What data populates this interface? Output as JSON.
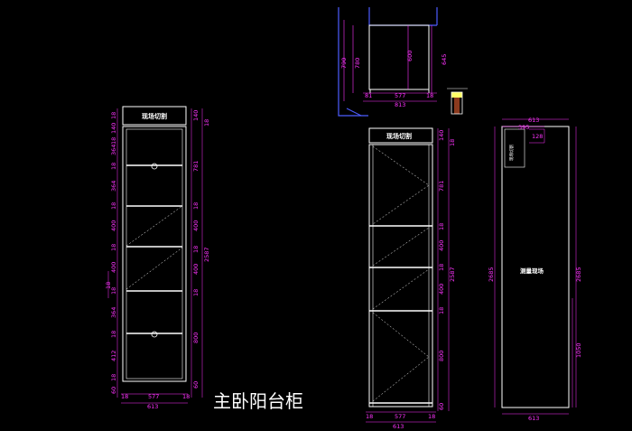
{
  "caption": "主卧阳台柜",
  "plan_view": {
    "dims_vertical": [
      "790",
      "780",
      "600",
      "645"
    ],
    "dims_bottom_row1": [
      "81",
      "577",
      "18"
    ],
    "dims_bottom_row2": "813"
  },
  "front_view": {
    "label": "现场切割",
    "dims_left": [
      "18",
      "140",
      "18",
      "364",
      "18",
      "364",
      "18",
      "400",
      "18",
      "400",
      "18",
      "364",
      "18",
      "412",
      "18",
      "60"
    ],
    "dims_left_outer": "18",
    "dims_right": [
      "140",
      "18",
      "781",
      "18",
      "400",
      "18",
      "400",
      "18",
      "800",
      "60"
    ],
    "total_height": "2587",
    "dims_bottom_row1": [
      "18",
      "577",
      "18"
    ],
    "dims_bottom_row2": "613"
  },
  "open_view": {
    "label": "现场切割",
    "dims_right": [
      "140",
      "18",
      "781",
      "18",
      "400",
      "18",
      "400",
      "18",
      "800",
      "60"
    ],
    "total_height": "2587",
    "dims_bottom_row1": [
      "18",
      "577",
      "18"
    ],
    "dims_bottom_row2": "613"
  },
  "side_view": {
    "dim_top": "613",
    "dim_top_inner": "395",
    "dim_corner": "128",
    "corner_label": "现场切割",
    "height_left": "2685",
    "height_right": "2685",
    "center_label": "测量现场",
    "lower_height": "1050",
    "dim_bottom": "613"
  },
  "colors": {
    "background": "#000000",
    "lines": "#ffffff",
    "dimension": "#ff33ff",
    "plan": "#4d5cff",
    "accent": "#ffff66"
  }
}
